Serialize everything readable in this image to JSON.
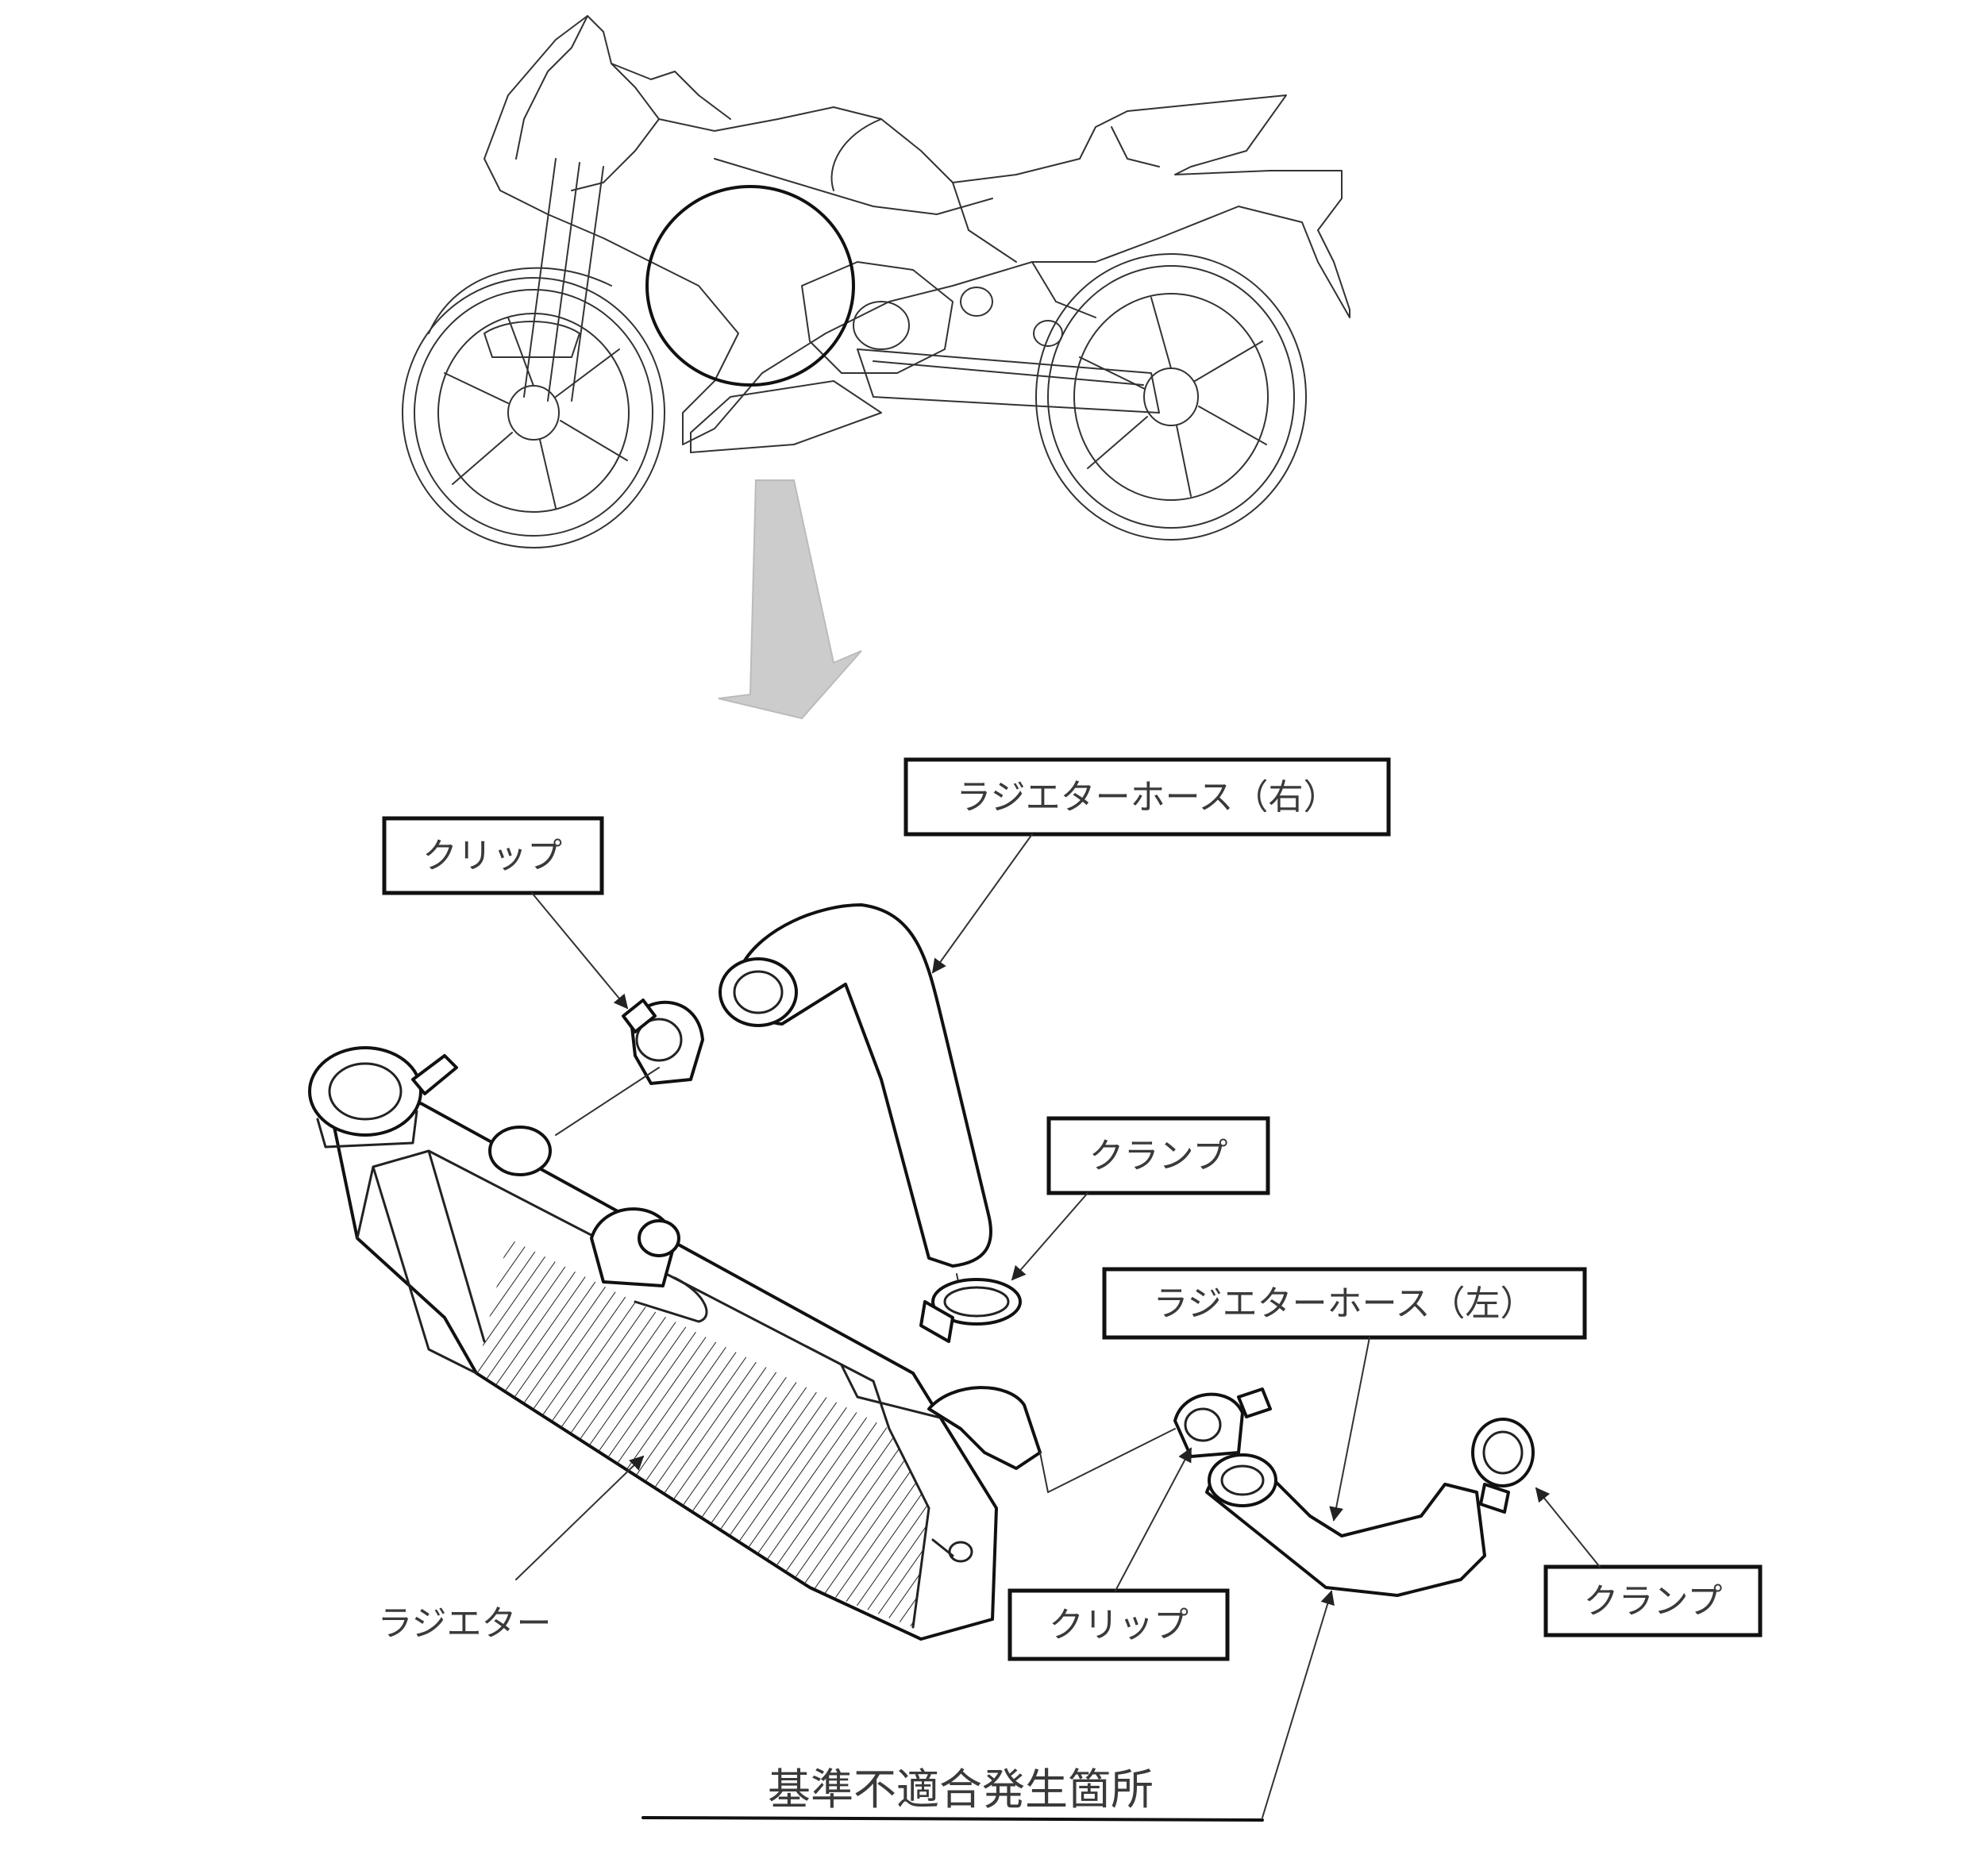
{
  "labels": {
    "clip_upper": "クリップ",
    "hose_right": "ラジエターホース（右）",
    "clamp_upper": "クランプ",
    "hose_left": "ラジエターホース（左）",
    "radiator": "ラジエター",
    "clip_lower": "クリップ",
    "clamp_lower": "クランプ",
    "defect_location": "基準不適合発生箇所"
  },
  "colors": {
    "line": "#111111",
    "label_text": "#3a3a3a",
    "callout_arrow_fill": "#cccccc",
    "background": "#ffffff"
  },
  "icons": {
    "motorcycle": "motorcycle-side-view",
    "detail_marker": "circle-highlight",
    "callout_arrow": "down-right-arrow"
  }
}
